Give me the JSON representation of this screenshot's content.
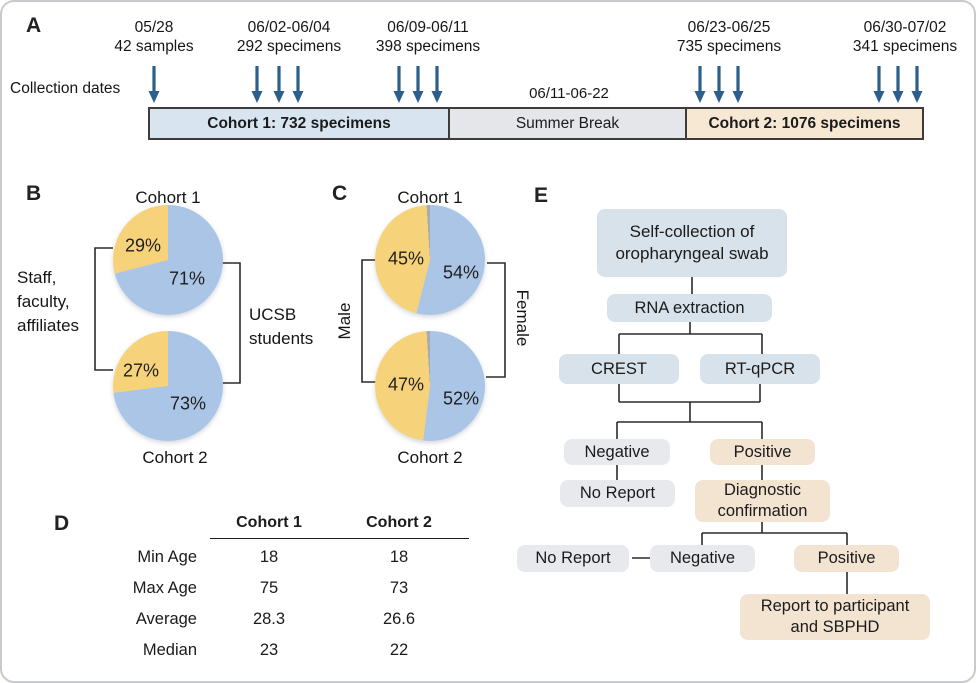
{
  "colors": {
    "pie_yellow": "#f6d37b",
    "pie_blue": "#aac5e6",
    "pie_gray": "#a5abb4",
    "flow_blue": "#d8e2ea",
    "flow_gray": "#e8e9ed",
    "flow_tan": "#f3e4d1",
    "bar_cohort1": "#d8e5f1",
    "bar_summer": "#e5e6e9",
    "bar_cohort2": "#f7e8d4",
    "arrow_blue": "#2d5f8d",
    "line": "#2b2b2b"
  },
  "panel_labels": {
    "a": "A",
    "b": "B",
    "c": "C",
    "d": "D",
    "e": "E"
  },
  "timeline": {
    "axis_label": "Collection dates",
    "gap_label": "06/11-06-22",
    "events": [
      {
        "date": "05/28",
        "count": "42 samples",
        "arrows": 1
      },
      {
        "date": "06/02-06/04",
        "count": "292 specimens",
        "arrows": 3
      },
      {
        "date": "06/09-06/11",
        "count": "398 specimens",
        "arrows": 3
      },
      {
        "date": "06/23-06/25",
        "count": "735 specimens",
        "arrows": 3
      },
      {
        "date": "06/30-07/02",
        "count": "341 specimens",
        "arrows": 3
      }
    ],
    "segments": [
      {
        "label": "Cohort 1: 732 specimens"
      },
      {
        "label": "Summer Break"
      },
      {
        "label": "Cohort 2: 1076 specimens"
      }
    ]
  },
  "panel_b": {
    "left_label": [
      "Staff,",
      "faculty,",
      "affiliates"
    ],
    "right_label": [
      "UCSB",
      "students"
    ]
  },
  "panel_c": {
    "left_label": "Male",
    "right_label": "Female"
  },
  "chart_data": [
    {
      "type": "pie",
      "panel": "B",
      "title": "Cohort 1",
      "slices": [
        {
          "label": "UCSB students",
          "value": 71,
          "pct_label": "71%",
          "color": "#aac5e6"
        },
        {
          "label": "Staff, faculty, affiliates",
          "value": 29,
          "pct_label": "29%",
          "color": "#f6d37b"
        }
      ]
    },
    {
      "type": "pie",
      "panel": "B",
      "title": "Cohort 2",
      "slices": [
        {
          "label": "UCSB students",
          "value": 73,
          "pct_label": "73%",
          "color": "#aac5e6"
        },
        {
          "label": "Staff, faculty, affiliates",
          "value": 27,
          "pct_label": "27%",
          "color": "#f6d37b"
        }
      ]
    },
    {
      "type": "pie",
      "panel": "C",
      "title": "Cohort 1",
      "slices": [
        {
          "label": "Female",
          "value": 54,
          "pct_label": "54%",
          "color": "#aac5e6"
        },
        {
          "label": "Male",
          "value": 45,
          "pct_label": "45%",
          "color": "#f6d37b"
        },
        {
          "label": "other (unlabeled sliver)",
          "value": 1,
          "color": "#a5abb4"
        }
      ]
    },
    {
      "type": "pie",
      "panel": "C",
      "title": "Cohort 2",
      "slices": [
        {
          "label": "Female",
          "value": 52,
          "pct_label": "52%",
          "color": "#aac5e6"
        },
        {
          "label": "Male",
          "value": 47,
          "pct_label": "47%",
          "color": "#f6d37b"
        },
        {
          "label": "other (unlabeled sliver)",
          "value": 1,
          "color": "#a5abb4"
        }
      ]
    },
    {
      "type": "table",
      "panel": "D",
      "columns": [
        "",
        "Cohort 1",
        "Cohort 2"
      ],
      "rows": [
        [
          "Min Age",
          "18",
          "18"
        ],
        [
          "Max Age",
          "75",
          "73"
        ],
        [
          "Average",
          "28.3",
          "26.6"
        ],
        [
          "Median",
          "23",
          "22"
        ]
      ]
    }
  ],
  "flow": {
    "nodes": {
      "collect": "Self-collection of oropharyngeal swab",
      "rna": "RNA extraction",
      "crest": "CREST",
      "rtqpcr": "RT-qPCR",
      "neg1": "Negative",
      "pos1": "Positive",
      "noreport1": "No Report",
      "diag": "Diagnostic confirmation",
      "noreport2": "No Report",
      "neg2": "Negative",
      "pos2": "Positive",
      "report": "Report to participant and SBPHD"
    }
  }
}
